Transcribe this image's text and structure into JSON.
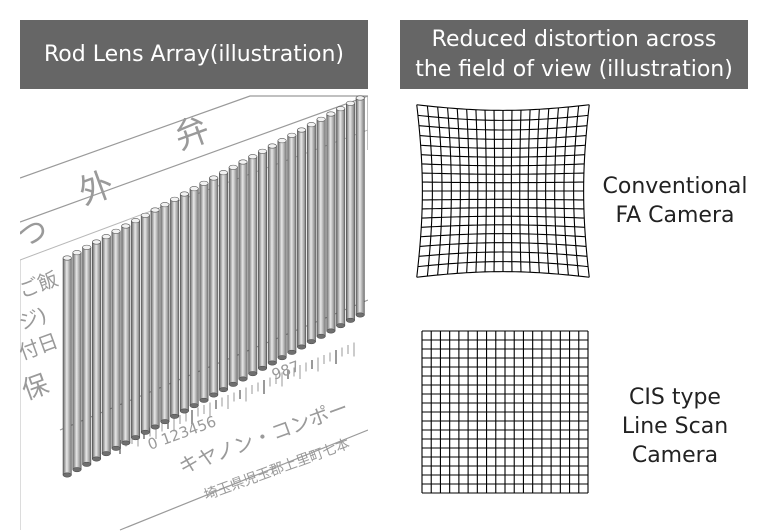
{
  "left_panel": {
    "title": "Rod Lens Array(illustration)",
    "card_text": {
      "big_chars": [
        "外",
        "弁"
      ],
      "partial_chars": [
        "つ",
        "ご飯",
        "ジ)",
        "付日",
        "保"
      ],
      "barcode_digits": "0 123456",
      "barcode_digits_2": "987",
      "katakana": "キヤノン・コンポー",
      "address": "埼玉県児玉郡上里町七本"
    }
  },
  "right_panel": {
    "title_line1": "Reduced distortion across",
    "title_line2": "the field of view (illustration)",
    "conventional_label_line1": "Conventional",
    "conventional_label_line2": "FA Camera",
    "cis_label_line1": "CIS type",
    "cis_label_line2": "Line Scan",
    "cis_label_line3": "Camera"
  },
  "colors": {
    "banner_bg": "#666666",
    "banner_text": "#ffffff",
    "grid_line": "#000000",
    "rod_dark": "#6a6a6a",
    "rod_light": "#e8e8e8",
    "card_text": "#9a9a9a"
  }
}
